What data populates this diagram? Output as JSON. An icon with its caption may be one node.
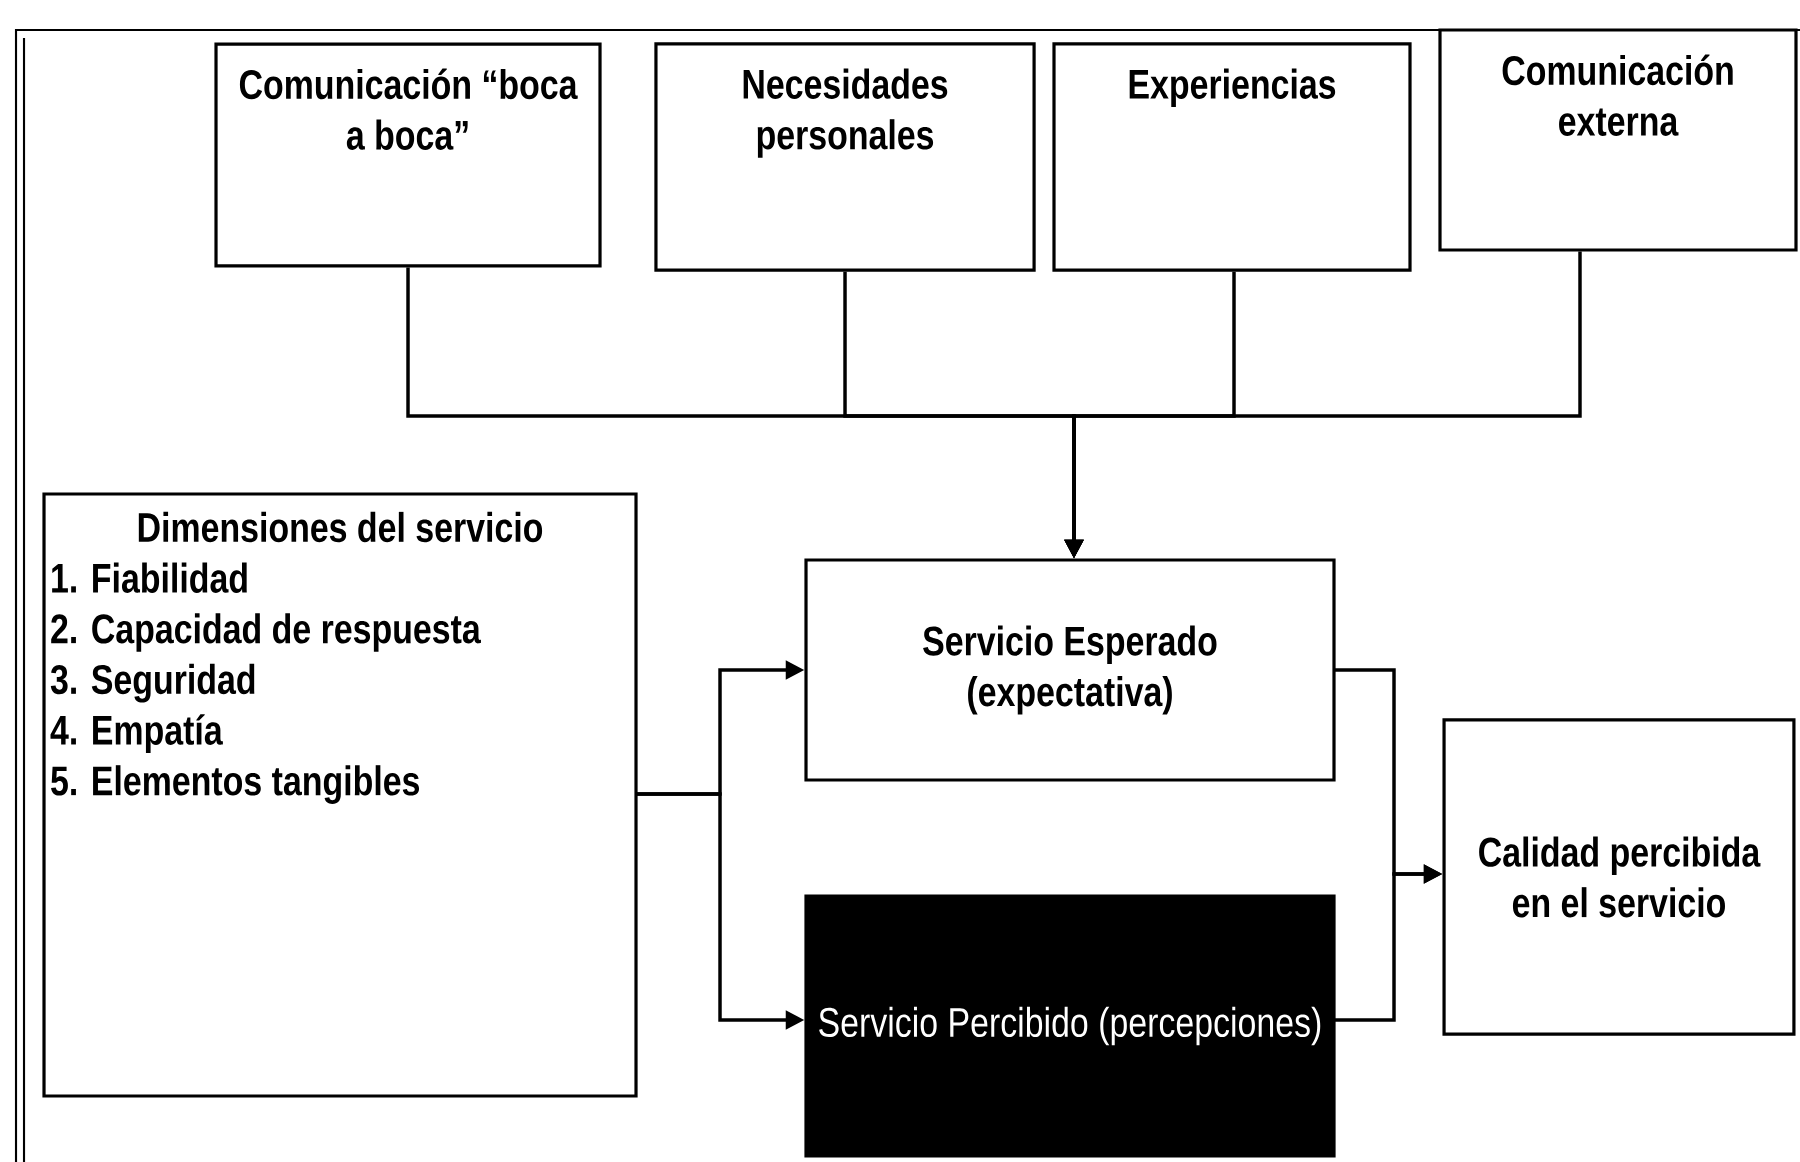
{
  "diagram": {
    "nodes": [
      {
        "text": [
          "Comunicación “boca a boca”"
        ]
      },
      {
        "text": [
          "Necesidades personales"
        ]
      },
      {
        "text": [
          "Experiencias"
        ]
      },
      {
        "text": [
          "Comunicación externa"
        ]
      },
      {
        "text": [
          "Dimensiones del servicio",
          "1. Fiabilidad",
          "2. Capacidad de respuesta",
          "3. Seguridad",
          "4. Empatía",
          "5. Elementos tangibles"
        ]
      },
      {
        "text": [
          "Servicio Esperado (expectativa)"
        ]
      },
      {
        "text": [
          "Servicio Percibido (percepciones)"
        ]
      },
      {
        "text": [
          "Calidad percibida en el servicio"
        ]
      }
    ],
    "edges": [
      {
        "from": 0,
        "to": 5,
        "arrow": "to"
      },
      {
        "from": 1,
        "to": 5,
        "arrow": "to"
      },
      {
        "from": 2,
        "to": 5,
        "arrow": "to"
      },
      {
        "from": 3,
        "to": 5,
        "arrow": "to"
      },
      {
        "from": 4,
        "to": 5,
        "arrow": "to"
      },
      {
        "from": 4,
        "to": 6,
        "arrow": "to"
      },
      {
        "from": 5,
        "to": 7,
        "arrow": "to"
      },
      {
        "from": 6,
        "to": 7,
        "arrow": "to"
      }
    ]
  }
}
